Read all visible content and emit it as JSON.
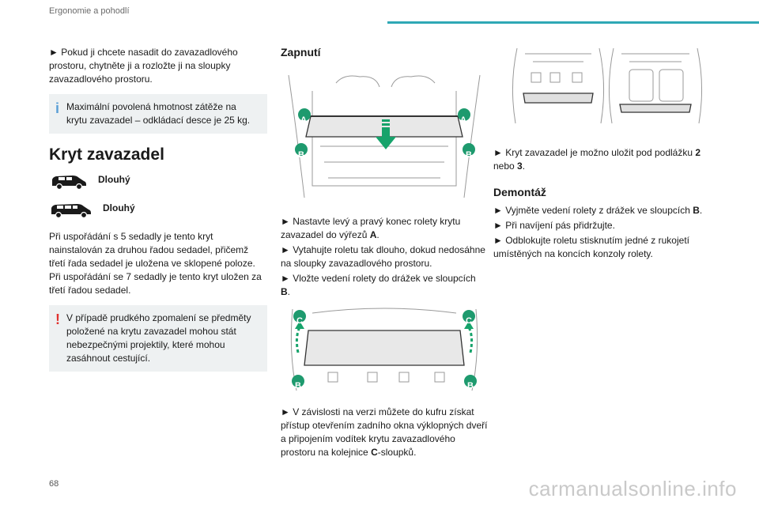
{
  "header": {
    "section_title": "Ergonomie a pohodlí"
  },
  "col1": {
    "p1": "► Pokud ji chcete nasadit do zavazadlového prostoru, chytněte ji a rozložte ji na sloupky zavazadlového prostoru.",
    "info_note": "Maximální povolená hmotnost zátěže na krytu zavazadel – odkládací desce je 25 kg.",
    "heading": "Kryt zavazadel",
    "variant1": "Dlouhý",
    "variant2": "Dlouhý",
    "p2": "Při uspořádání s 5 sedadly je tento kryt nainstalován za druhou řadou sedadel, přičemž třetí řada sedadel je uložena ve sklopené poloze. Při uspořádání se 7 sedadly je tento kryt uložen za třetí řadou sedadel.",
    "warn_note": "V případě prudkého zpomalení se předměty položené na krytu zavazadel mohou stát nebezpečnými projektily, které mohou zasáhnout cestující."
  },
  "col2": {
    "heading": "Zapnutí",
    "fig1_labels": [
      "A",
      "A",
      "B",
      "B"
    ],
    "step1_a": "► Nastavte levý a pravý konec rolety krytu zavazadel do výřezů ",
    "step1_b": "A",
    "step1_c": ".",
    "step2": "► Vytahujte roletu tak dlouho, dokud nedosáhne na sloupky zavazadlového prostoru.",
    "step3_a": "► Vložte vedení rolety do drážek ve sloupcích ",
    "step3_b": "B",
    "step3_c": ".",
    "fig2_labels": [
      "C",
      "C",
      "B",
      "B"
    ],
    "step4_a": "► V závislosti na verzi můžete do kufru získat přístup otevřením zadního okna výklopných dveří a připojením vodítek krytu zavazadlového prostoru na kolejnice ",
    "step4_b": "C",
    "step4_c": "-sloupků."
  },
  "col3": {
    "storage_a": "► Kryt zavazadel je možno uložit pod podlážku ",
    "storage_b": "2",
    "storage_c": " nebo ",
    "storage_d": "3",
    "storage_e": ".",
    "heading": "Demontáž",
    "r1_a": "► Vyjměte vedení rolety z drážek ve sloupcích ",
    "r1_b": "B",
    "r1_c": ".",
    "r2": "► Při navíjení pás přidržujte.",
    "r3": "► Odblokujte roletu stisknutím jedné z rukojetí umístěných na koncích konzoly rolety."
  },
  "footer": {
    "page_number": "68",
    "watermark": "carmanualsonline.info"
  },
  "colors": {
    "accent": "#2fa8b5",
    "label_green": "#1e9a6e",
    "arrow_green": "#16a36b",
    "info_blue": "#5a9fd6",
    "warn_red": "#e1322f"
  }
}
